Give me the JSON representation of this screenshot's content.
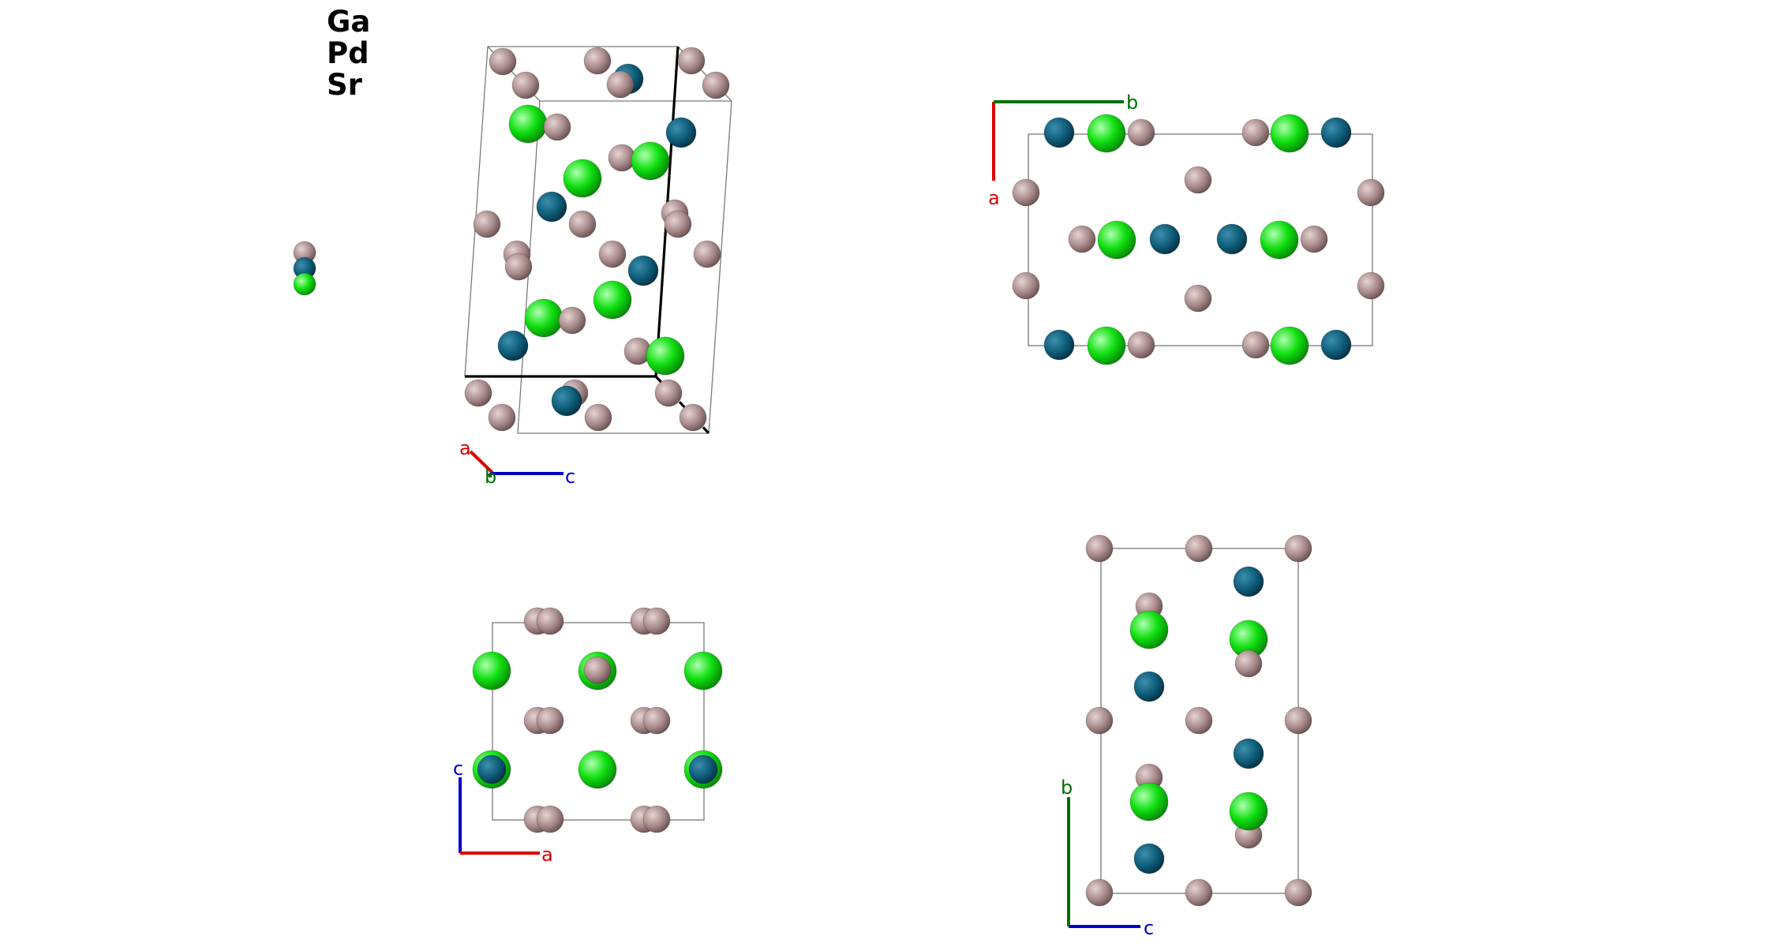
{
  "legend": {
    "items": [
      "Ga",
      "Pd",
      "Sr"
    ]
  },
  "elements": {
    "Ga": {
      "color": "#a88a8a",
      "radius": "small"
    },
    "Pd": {
      "color": "#0e5c78",
      "radius": "small"
    },
    "Sr": {
      "color": "#10e010",
      "radius": "large"
    }
  },
  "axis_colors": {
    "a": "#dd0000",
    "b": "#007000",
    "c": "#0000cc"
  },
  "views": [
    {
      "id": "perspective",
      "axis_labels": {
        "a": "a",
        "b": "b",
        "c": "c"
      }
    },
    {
      "id": "view-ab",
      "axis_labels": {
        "vertical": "a",
        "horizontal": "b"
      }
    },
    {
      "id": "view-ac",
      "axis_labels": {
        "vertical": "c",
        "horizontal": "a"
      }
    },
    {
      "id": "view-bc",
      "axis_labels": {
        "vertical": "b",
        "horizontal": "c"
      }
    }
  ]
}
